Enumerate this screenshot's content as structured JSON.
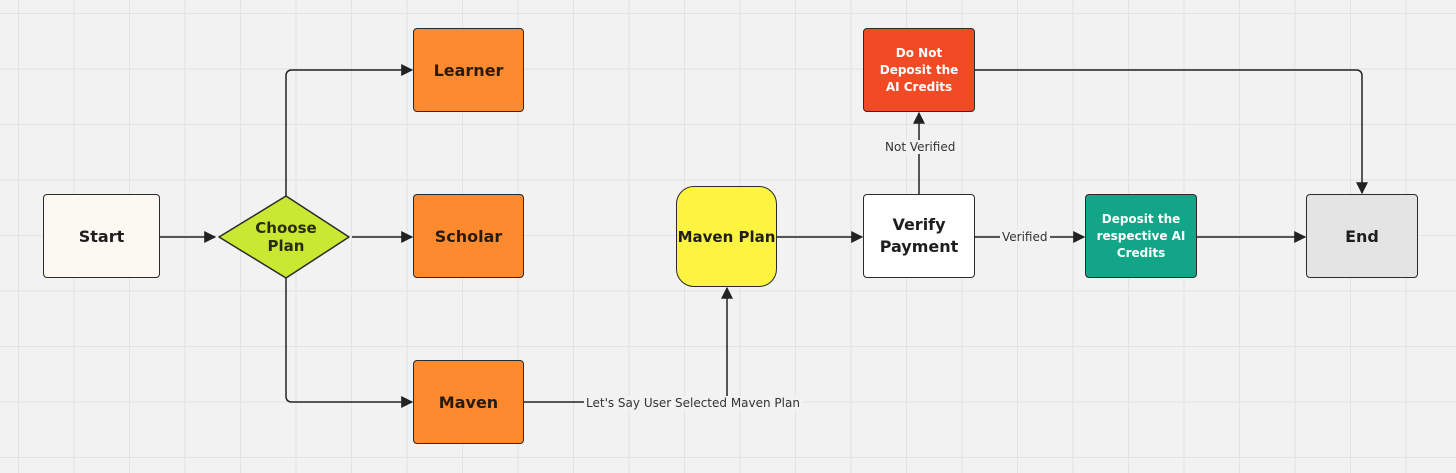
{
  "nodes": {
    "start": "Start",
    "choose_plan": "Choose Plan",
    "learner": "Learner",
    "scholar": "Scholar",
    "maven": "Maven",
    "maven_plan": "Maven Plan",
    "verify_payment": "Verify Payment",
    "do_not_deposit": "Do Not Deposit the AI Credits",
    "deposit": "Deposit the respective AI Credits",
    "end": "End"
  },
  "edge_labels": {
    "maven_selected": "Let's Say User Selected Maven Plan",
    "not_verified": "Not Verified",
    "verified": "Verified"
  },
  "colors": {
    "start": "#fcf9f3",
    "decision": "#c8e831",
    "plan_option": "#fd8a2e",
    "maven_plan": "#fdf43f",
    "verify": "#ffffff",
    "reject": "#f24a25",
    "deposit": "#12a588",
    "end": "#e4e4e4",
    "connector": "#2b2b2b"
  }
}
